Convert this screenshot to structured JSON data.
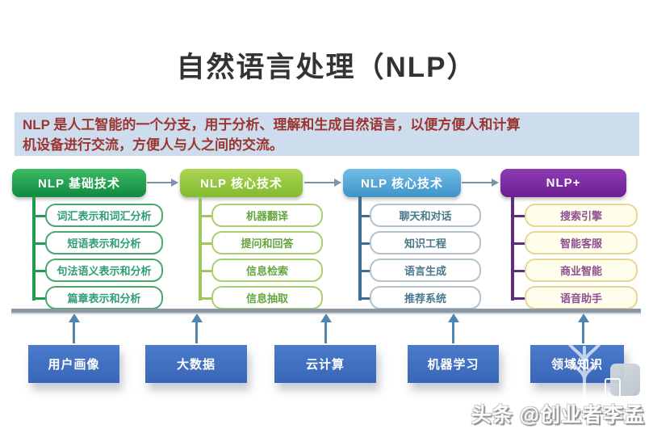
{
  "title": "自然语言处理（NLP）",
  "description": {
    "line1": "NLP 是人工智能的一个分支，用于分析、理解和生成自然语言，以便方便人和计算",
    "line2": "机设备进行交流，方便人与人之间的交流。"
  },
  "columns": [
    {
      "header": "NLP 基础技术",
      "color": "#128a40",
      "items": [
        "词汇表示和词汇分析",
        "短语表示和分析",
        "句法语义表示和分析",
        "篇章表示和分析"
      ]
    },
    {
      "header": "NLP 核心技术",
      "color": "#8dc63f",
      "items": [
        "机器翻译",
        "提问和回答",
        "信息检索",
        "信息抽取"
      ]
    },
    {
      "header": "NLP 核心技术",
      "color": "#4a9fd4",
      "items": [
        "聊天和对话",
        "知识工程",
        "语言生成",
        "推荐系统"
      ]
    },
    {
      "header": "NLP+",
      "color": "#7b2f9e",
      "items": [
        "搜索引擎",
        "智能客服",
        "商业智能",
        "语音助手"
      ]
    }
  ],
  "foundation": {
    "color": "#3f6cbd",
    "items": [
      "用户画像",
      "大数据",
      "云计算",
      "机器学习",
      "领域知识"
    ]
  },
  "icons": {
    "header_connector": "arrow-right",
    "foundation_connector": "arrow-up",
    "watermark_logo": "branch-logo"
  },
  "watermark": "头条 @创业者李孟",
  "colors": {
    "description_bg": "#cedded",
    "description_text": "#9b3531",
    "baseline": "#8b97a2"
  }
}
